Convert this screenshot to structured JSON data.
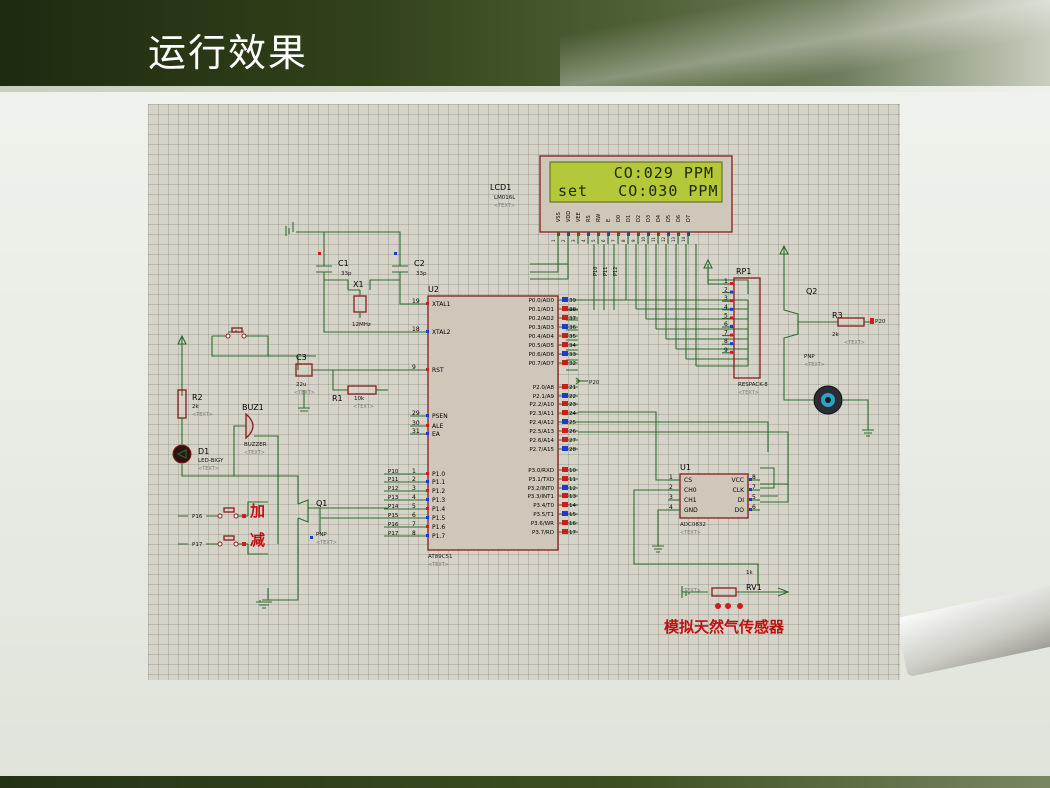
{
  "slide": {
    "title": "运行效果"
  },
  "lcd": {
    "ref": "LCD1",
    "part": "LM016L",
    "text_tag": "<TEXT>",
    "line1": "CO:029 PPM",
    "line2": "set   CO:030 PPM",
    "pins": [
      "VSS",
      "VDD",
      "VEE",
      "RS",
      "RW",
      "E",
      "D0",
      "D1",
      "D2",
      "D3",
      "D4",
      "D5",
      "D6",
      "D7"
    ],
    "pin_nums": [
      "1",
      "2",
      "3",
      "4",
      "5",
      "6",
      "7",
      "8",
      "9",
      "10",
      "11",
      "12",
      "13",
      "14"
    ]
  },
  "mcu": {
    "ref": "U2",
    "part": "AT89C51",
    "text_tag": "<TEXT>",
    "left_pins": [
      {
        "num": "19",
        "name": "XTAL1"
      },
      {
        "num": "18",
        "name": "XTAL2"
      },
      {
        "num": "9",
        "name": "RST"
      },
      {
        "num": "29",
        "name": "PSEN"
      },
      {
        "num": "30",
        "name": "ALE"
      },
      {
        "num": "31",
        "name": "EA"
      },
      {
        "num": "1",
        "name": "P1.0"
      },
      {
        "num": "2",
        "name": "P1.1"
      },
      {
        "num": "3",
        "name": "P1.2"
      },
      {
        "num": "4",
        "name": "P1.3"
      },
      {
        "num": "5",
        "name": "P1.4"
      },
      {
        "num": "6",
        "name": "P1.5"
      },
      {
        "num": "7",
        "name": "P1.6"
      },
      {
        "num": "8",
        "name": "P1.7"
      }
    ],
    "p1_nets": [
      "P10",
      "P11",
      "P12",
      "P13",
      "P14",
      "P15",
      "P16",
      "P17"
    ],
    "right_pins": [
      {
        "num": "39",
        "name": "P0.0/AD0"
      },
      {
        "num": "38",
        "name": "P0.1/AD1"
      },
      {
        "num": "37",
        "name": "P0.2/AD2"
      },
      {
        "num": "36",
        "name": "P0.3/AD3"
      },
      {
        "num": "35",
        "name": "P0.4/AD4"
      },
      {
        "num": "34",
        "name": "P0.5/AD5"
      },
      {
        "num": "33",
        "name": "P0.6/AD6"
      },
      {
        "num": "32",
        "name": "P0.7/AD7"
      },
      {
        "num": "21",
        "name": "P2.0/A8"
      },
      {
        "num": "22",
        "name": "P2.1/A9"
      },
      {
        "num": "23",
        "name": "P2.2/A10"
      },
      {
        "num": "24",
        "name": "P2.3/A11"
      },
      {
        "num": "25",
        "name": "P2.4/A12"
      },
      {
        "num": "26",
        "name": "P2.5/A13"
      },
      {
        "num": "27",
        "name": "P2.6/A14"
      },
      {
        "num": "28",
        "name": "P2.7/A15"
      },
      {
        "num": "10",
        "name": "P3.0/RXD"
      },
      {
        "num": "11",
        "name": "P3.1/TXD"
      },
      {
        "num": "12",
        "name": "P3.2/INT0"
      },
      {
        "num": "13",
        "name": "P3.3/INT1"
      },
      {
        "num": "14",
        "name": "P3.4/T0"
      },
      {
        "num": "15",
        "name": "P3.5/T1"
      },
      {
        "num": "16",
        "name": "P3.6/WR"
      },
      {
        "num": "17",
        "name": "P3.7/RD"
      }
    ],
    "p20_net": "P20"
  },
  "adc": {
    "ref": "U1",
    "part": "ADC0832",
    "text_tag": "<TEXT>",
    "left_pins": [
      {
        "num": "1",
        "name": "CS"
      },
      {
        "num": "2",
        "name": "CH0"
      },
      {
        "num": "3",
        "name": "CH1"
      },
      {
        "num": "4",
        "name": "GND"
      }
    ],
    "right_pins": [
      {
        "num": "8",
        "name": "VCC"
      },
      {
        "num": "7",
        "name": "CLK"
      },
      {
        "num": "5",
        "name": "DI"
      },
      {
        "num": "6",
        "name": "DO"
      }
    ]
  },
  "components": {
    "c1": {
      "ref": "C1",
      "value": "33p"
    },
    "c2": {
      "ref": "C2",
      "value": "33p"
    },
    "x1": {
      "ref": "X1",
      "value": "12MHz"
    },
    "c3": {
      "ref": "C3",
      "value": "22u"
    },
    "r1": {
      "ref": "R1",
      "value": "10k"
    },
    "r2": {
      "ref": "R2",
      "value": "2k"
    },
    "r3": {
      "ref": "R3",
      "value": "2k"
    },
    "d1": {
      "ref": "D1",
      "value": "LED-BIGY"
    },
    "buz": {
      "ref": "BUZ1",
      "value": "BUZZER"
    },
    "q1": {
      "ref": "Q1",
      "value": "PNP"
    },
    "q2": {
      "ref": "Q2",
      "value": "PNP"
    },
    "rp1": {
      "ref": "RP1",
      "value": "RESPACK-8",
      "pins": [
        "1",
        "2",
        "3",
        "4",
        "5",
        "6",
        "7",
        "8",
        "9"
      ]
    },
    "rv1": {
      "ref": "RV1",
      "value": "1k"
    },
    "text_tag": "<TEXT>",
    "p16": "P16",
    "p17": "P17",
    "p20_right": "P20",
    "lcd_nets": [
      "P10",
      "P11",
      "P12"
    ]
  },
  "labels": {
    "add": "加",
    "sub": "减",
    "sensor": "模拟天然气传感器"
  },
  "colors": {
    "wire": "#2e6b2e",
    "body_outline": "#8b1a1a",
    "body_fill": "#cfc7b9",
    "pin_red": "#d11a1a",
    "pin_blue": "#1a3ad1",
    "lcd_bg": "#b4c83a",
    "lcd_text": "#1b2a0a",
    "label_red": "#c01010",
    "schematic_bg": "#d6d4c9"
  }
}
